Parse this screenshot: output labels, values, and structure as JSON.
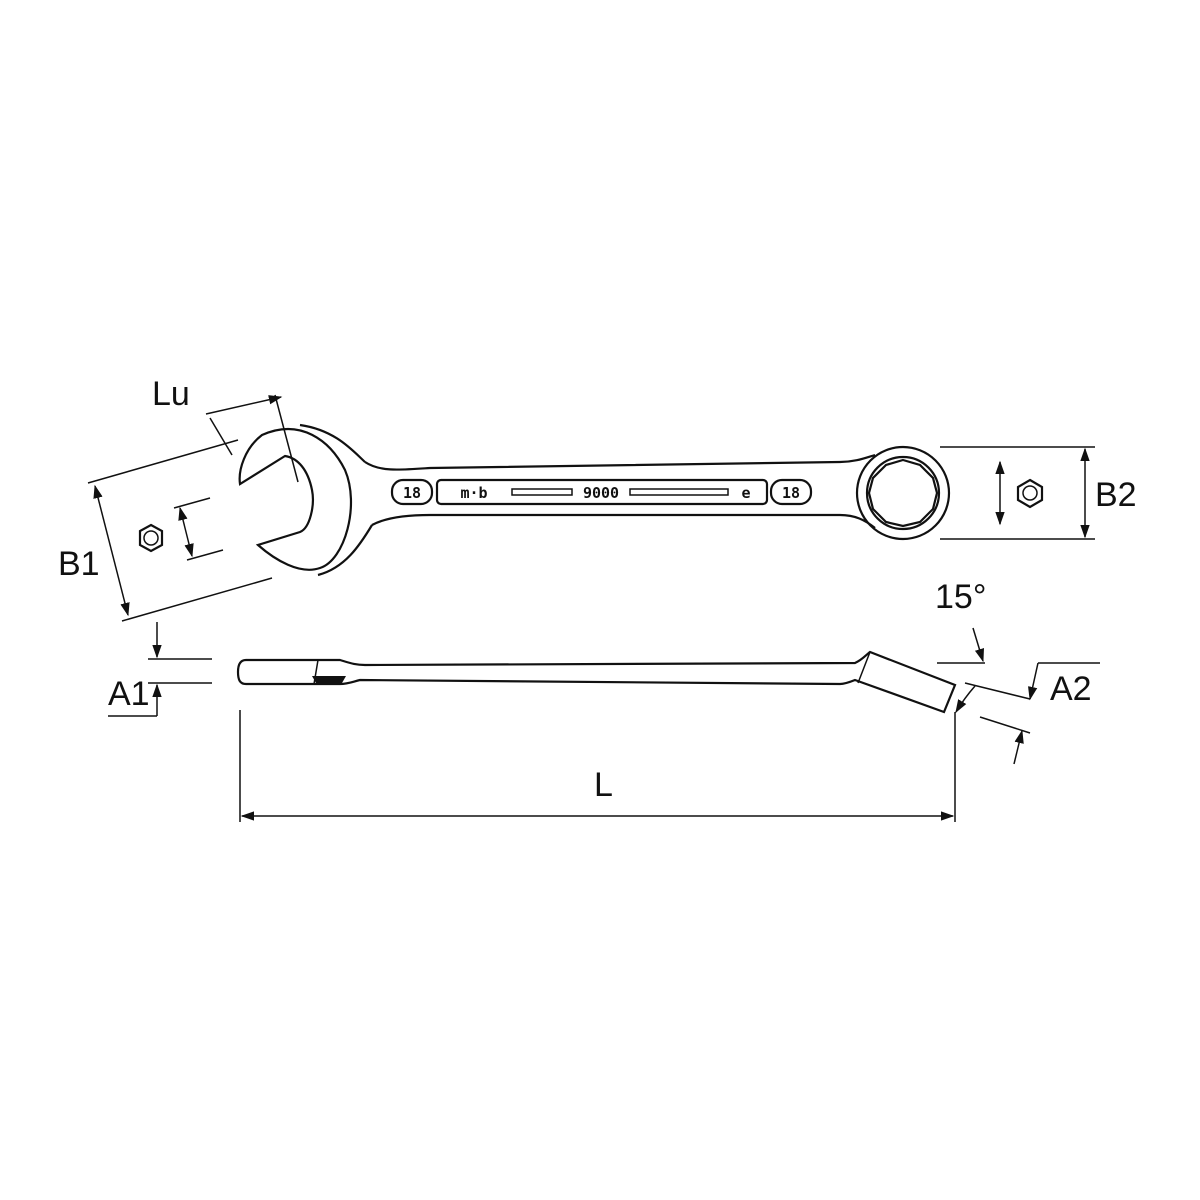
{
  "labels": {
    "lu": "Lu",
    "b1": "B1",
    "b2": "B2",
    "a1": "A1",
    "a2": "A2",
    "angle": "15°",
    "length": "L"
  },
  "stamps": {
    "size_left": "18",
    "brand": "m·b",
    "code": "9000",
    "mark": "e",
    "size_right": "18"
  }
}
